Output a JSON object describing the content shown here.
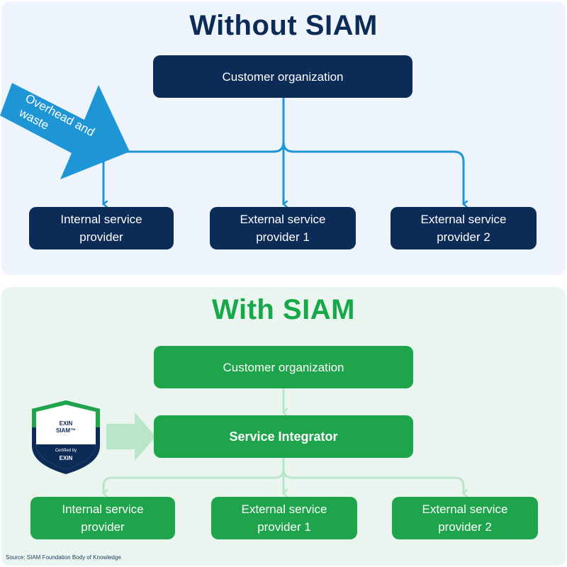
{
  "without": {
    "title": "Without SIAM",
    "customer": "Customer organization",
    "arrow_label_line1": "Overhead and",
    "arrow_label_line2": "waste",
    "providers": [
      {
        "line1": "Internal service",
        "line2": "provider"
      },
      {
        "line1": "External service",
        "line2": "provider 1"
      },
      {
        "line1": "External service",
        "line2": "provider 2"
      }
    ]
  },
  "with": {
    "title": "With SIAM",
    "customer": "Customer organization",
    "integrator": "Service Integrator",
    "badge": {
      "line1": "EXIN",
      "line2": "SIAM™",
      "certified": "Certified by",
      "brand": "EXIN"
    },
    "providers": [
      {
        "line1": "Internal service",
        "line2": "provider"
      },
      {
        "line1": "External service",
        "line2": "provider 1"
      },
      {
        "line1": "External service",
        "line2": "provider 2"
      }
    ]
  },
  "source": "Source: SIAM Foundation Body of Knowledge",
  "colors": {
    "navy": "#0d2b57",
    "green": "#1ea44a",
    "title_green": "#17a84a",
    "connector_blue": "#1e96d6",
    "connector_green_light": "#b9e5c8"
  }
}
